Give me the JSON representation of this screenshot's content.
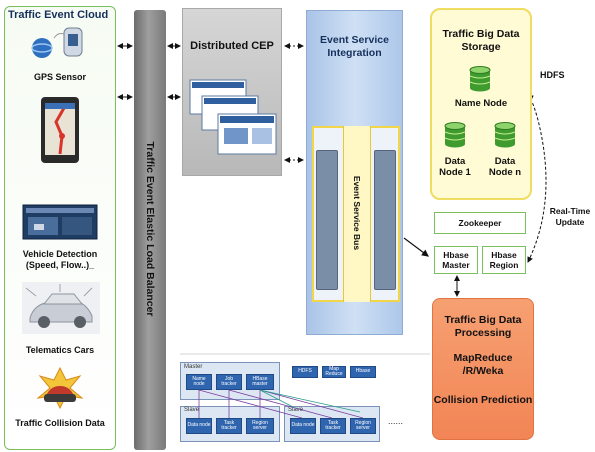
{
  "cloud": {
    "title": "Traffic Event Cloud",
    "sources": [
      {
        "id": "gps",
        "label": "GPS Sensor",
        "icon": "satellite-icon"
      },
      {
        "id": "phone",
        "label": "",
        "icon": "phone-navigation-icon"
      },
      {
        "id": "vehicle-detection",
        "label": "Vehicle Detection (Speed, Flow..)_",
        "icon": "camera-screen-icon"
      },
      {
        "id": "telematics",
        "label": "Telematics Cars",
        "icon": "car-icon"
      },
      {
        "id": "collision",
        "label": "Traffic Collision Data",
        "icon": "collision-icon"
      }
    ]
  },
  "load_balancer": {
    "label": "Traffic Event Elastic Load Balancer"
  },
  "cep": {
    "label": "Distributed CEP"
  },
  "esi": {
    "label": "Event Service Integration",
    "bus_label": "Event Service Bus"
  },
  "storage": {
    "label": "Traffic Big Data Storage",
    "name_node": "Name Node",
    "data_node_1": "Data Node 1",
    "data_node_n": "Data Node n"
  },
  "hdfs_label": "HDFS",
  "realtime_label": "Real-Time Update",
  "zookeeper": "Zookeeper",
  "hbase_master": "Hbase Master",
  "hbase_region": "Hbase Region",
  "processing": {
    "title": "Traffic Big Data Processing",
    "tools": "MapReduce /R/Weka",
    "prediction": "Collision Prediction"
  },
  "cluster": {
    "master_label": "Master",
    "slave_label": "Slave",
    "master_services": [
      "Name node",
      "Job tracker",
      "HBase master"
    ],
    "slave_services": [
      "Data node",
      "Task tracker",
      "Region server"
    ],
    "top_tags": [
      "HDFS",
      "Map Reduce",
      "Hbase"
    ],
    "ellipsis": "......"
  },
  "colors": {
    "cloud_border": "#7bbf5a",
    "load_balancer": "#8a8a8a",
    "esi_fill": "#c3d7f0",
    "storage_fill": "#fffbd4",
    "processing_fill": "#f28c5e",
    "db_green": "#3f9b2f"
  }
}
